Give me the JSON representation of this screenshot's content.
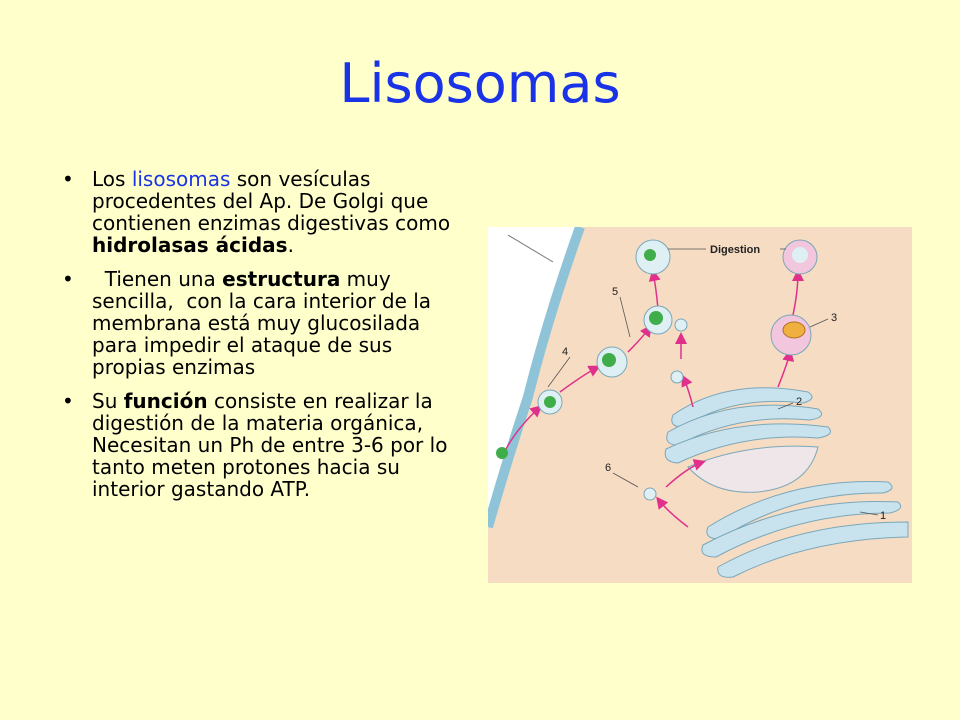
{
  "slide": {
    "title": "Lisosomas",
    "bullets": [
      {
        "pre": "Los ",
        "highlight": "lisosomas",
        "mid": " son vesículas procedentes del Ap. De Golgi que contienen enzimas digestivas como ",
        "bold": "hidrolasas ácidas",
        "post": "."
      },
      {
        "pre": "  Tienen una ",
        "bold": "estructura",
        "post": " muy sencilla,  con la cara interior de la membrana está muy glucosilada para impedir el ataque de sus propias enzimas"
      },
      {
        "pre": "Su ",
        "bold": "función",
        "post": " consiste en realizar la digestión de la materia orgánica, Necesitan un Ph de entre 3-6 por lo tanto meten protones hacia su interior gastando ATP."
      }
    ]
  },
  "figure": {
    "label_digestion": "Digestion",
    "num_1": "1",
    "num_2": "2",
    "num_3": "3",
    "num_4": "4",
    "num_5": "5",
    "num_6": "6",
    "colors": {
      "cytoplasm": "#f6dcc2",
      "membrane": "#8fc4d8",
      "golgi": "#c9e3ee",
      "vesicle": "#dff0f5",
      "vesicle_pink": "#f2c6dc",
      "arrow": "#e0308c",
      "cargo": "#3fae4a"
    }
  }
}
